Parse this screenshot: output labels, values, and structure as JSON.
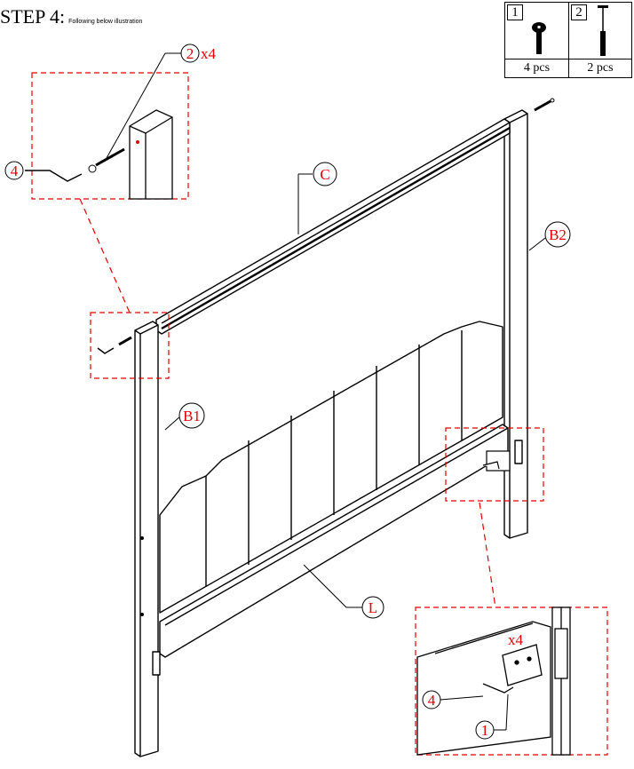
{
  "step": {
    "title": "STEP 4:",
    "subtitle": "Following below illustration"
  },
  "parts": [
    {
      "number": "1",
      "qty": "4 pcs",
      "icon": "flat-head-bolt-icon"
    },
    {
      "number": "2",
      "qty": "2 pcs",
      "icon": "long-screw-icon"
    }
  ],
  "callouts": {
    "part2": "2",
    "part2_mult": "x4",
    "part4_top": "4",
    "C": "C",
    "B2": "B2",
    "B1": "B1",
    "L": "L",
    "mult_bottom": "x4",
    "part4_bottom": "4",
    "part1_bottom": "1"
  },
  "colors": {
    "line": "#000000",
    "callout": "#e00000",
    "dash": "#e00000"
  }
}
